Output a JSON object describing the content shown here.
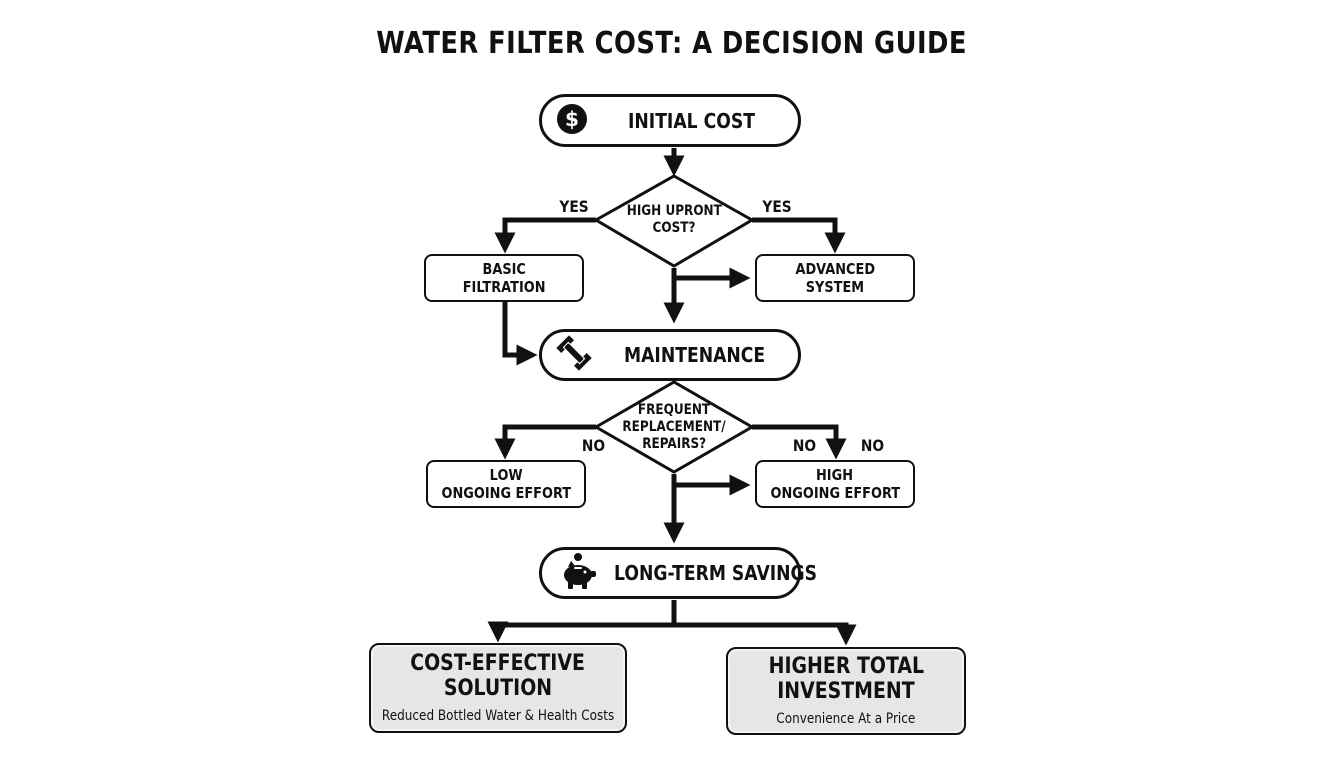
{
  "title": "WATER FILTER COST: A DECISION GUIDE",
  "nodes": {
    "initial_cost": {
      "label": "INITIAL COST",
      "icon": "dollar-coin-icon"
    },
    "decision_upfront": {
      "lines": [
        "HIGH UPRONT",
        "COST?"
      ]
    },
    "basic_filtration": {
      "lines": [
        "BASIC",
        "FILTRATION"
      ]
    },
    "advanced_system": {
      "lines": [
        "ADVANCED",
        "SYSTEM"
      ]
    },
    "maintenance": {
      "label": "MAINTENANCE",
      "icon": "wrench-icon"
    },
    "decision_replacement": {
      "lines": [
        "FREQUENT",
        "REPLACEMENT/",
        "REPAIRS?"
      ]
    },
    "low_effort": {
      "lines": [
        "LOW",
        "ONGOING EFFORT"
      ]
    },
    "high_effort": {
      "lines": [
        "HIGH",
        "ONGOING EFFORT"
      ]
    },
    "long_term_savings": {
      "label": "LONG-TERM SAVINGS",
      "icon": "piggy-bank-icon"
    },
    "cost_effective": {
      "lines": [
        "COST-EFFECTIVE",
        "SOLUTION"
      ],
      "sub": "Reduced Bottled Water & Health Costs"
    },
    "higher_investment": {
      "lines": [
        "HIGHER TOTAL",
        "INVESTMENT"
      ],
      "sub": "Convenience At a Price"
    }
  },
  "edge_labels": {
    "upfront_left": "YES",
    "upfront_right": "YES",
    "replacement_left": "NO",
    "replacement_right_1": "NO",
    "replacement_right_2": "NO"
  }
}
